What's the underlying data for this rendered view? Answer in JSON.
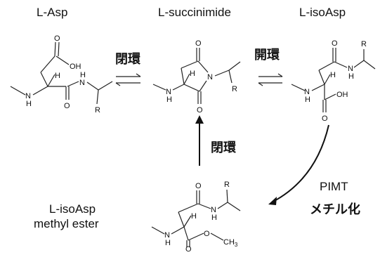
{
  "molecules": {
    "l_asp": "L-Asp",
    "l_succinimide": "L-succinimide",
    "l_isoasp": "L-isoAsp",
    "methyl_ester_line1": "L-isoAsp",
    "methyl_ester_line2": "methyl ester"
  },
  "reactions": {
    "ring_close_1": "閉環",
    "ring_open": "開環",
    "ring_close_2": "閉環",
    "enzyme": "PIMT",
    "methylation": "メチル化"
  },
  "atoms": {
    "O": "O",
    "OH": "OH",
    "H": "H",
    "N": "N",
    "R": "R",
    "CH": "CH",
    "three": "3"
  }
}
